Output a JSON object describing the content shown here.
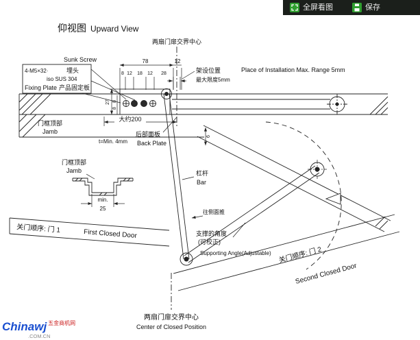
{
  "toolbar": {
    "fullscreen": "全屏看图",
    "save": "保存"
  },
  "watermark": {
    "brand": "Chinawj",
    "site": "五金商机网",
    "domain": ".COM.CN"
  },
  "colors": {
    "toolbar_bg": "#1b1f1b",
    "icon_green": "#2f9e2f",
    "brand_blue": "#1a4fd0",
    "site_red": "#cc2222",
    "line": "#222222"
  },
  "title": {
    "zh": "仰视图",
    "en": "Upward View"
  },
  "labels": {
    "center_top": "两扇门扉交界中心",
    "center_bottom_zh": "两扇门扉交界中心",
    "center_bottom_en": "Center of Closed Position",
    "sunk_screw_en": "Sunk Screw",
    "screw_spec": "4-M5×32·",
    "sunk_screw_zh": "埋头",
    "material": "iso SUS 304",
    "fixing_plate_en": "Fixing Plate",
    "fixing_plate_zh": "产品固定板",
    "install_zh": "架设位置",
    "install_range": "最大限度5mm",
    "install_en": "Place of Installation Max. Range 5mm",
    "jamb_zh": "门框顶部",
    "jamb_en": "Jamb",
    "approx_200": "大约200",
    "back_plate_zh": "后部面板",
    "back_plate_en": "Back Plate",
    "thickness": "t=Min. 4mm",
    "jamb2_zh": "门框顶部",
    "jamb2_en": "Jamb",
    "min": "min.",
    "dim_25": "25",
    "door1_zh": "关门顺序: 门 1",
    "door1_en": "First Closed Door",
    "bar_zh": "杠杆",
    "bar_en": "Bar",
    "push_side": "往侧面推",
    "support_zh": "支撑的角度",
    "support_adj": "(可校正)",
    "support_en": "Supporting Angle(Adjustable)",
    "door2_zh": "关门顺序: 门 2",
    "door2_en": "Second Closed Door"
  },
  "dims": {
    "d78": "78",
    "d12": "12",
    "seg1": "8",
    "seg2": "12",
    "seg3": "18",
    "seg4": "12",
    "seg5": "28",
    "d27": "27",
    "d8a": "8",
    "d8b": "8",
    "d6": "6"
  }
}
